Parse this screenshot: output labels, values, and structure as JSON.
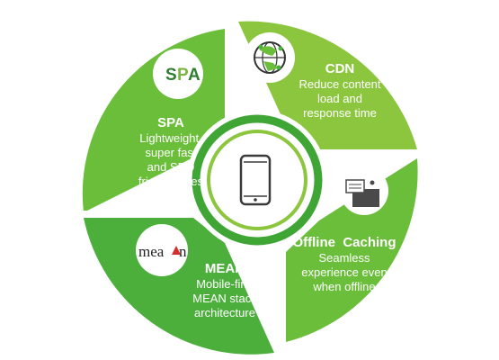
{
  "center": {
    "icon": "smartphone-icon"
  },
  "segments": [
    {
      "key": "spa",
      "title": "SPA",
      "description_lines": [
        "Lightweight,",
        "super fast",
        "and SEO",
        "friendly sites"
      ],
      "badge": {
        "type": "text-logo",
        "text": "SPA",
        "colors": [
          "#2e7d32",
          "#7cb342"
        ]
      }
    },
    {
      "key": "cdn",
      "title": "CDN",
      "description_lines": [
        "Reduce content",
        "load and",
        "response time"
      ],
      "badge": {
        "type": "icon",
        "icon": "globe-network-icon"
      }
    },
    {
      "key": "offline",
      "title": "Offline  Caching",
      "description_lines": [
        "Seamless",
        "experience even",
        "when offline"
      ],
      "badge": {
        "type": "icon",
        "icon": "browser-cache-icon"
      }
    },
    {
      "key": "mean",
      "title": "MEAN",
      "description_lines": [
        "Mobile-first",
        "MEAN stack",
        "architecture"
      ],
      "badge": {
        "type": "text-logo",
        "text": "mean",
        "accent": "#d32f2f"
      }
    }
  ],
  "colors": {
    "green_light": "#8cc63f",
    "green_mid": "#6abe3a",
    "green_dark": "#4caf3c",
    "ring_green": "#3fa635",
    "white": "#ffffff"
  }
}
